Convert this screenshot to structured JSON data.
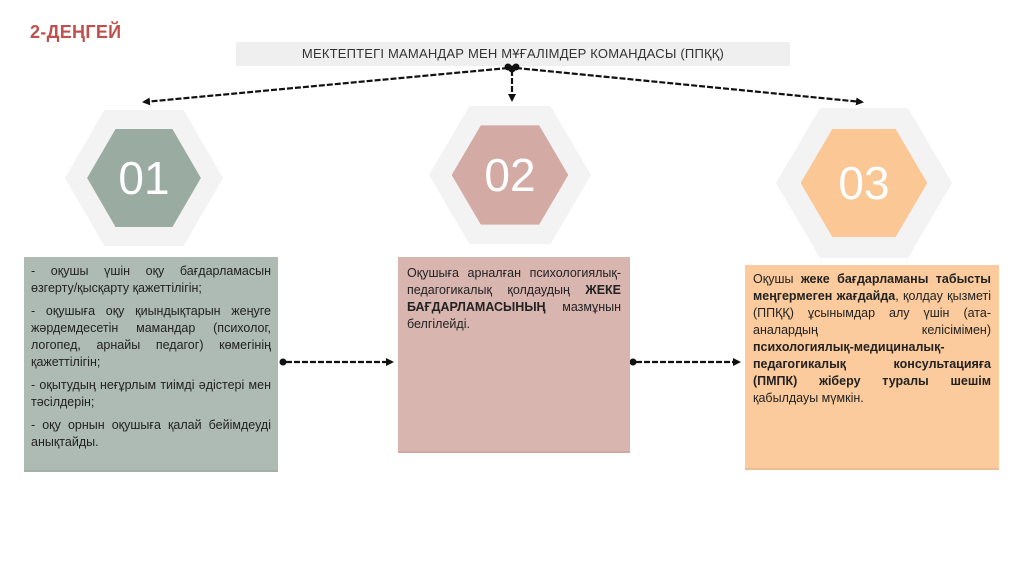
{
  "level_title": "2-ДЕҢГЕЙ",
  "team_title": "МЕКТЕПТЕГІ МАМАНДАР МЕН МҰҒАЛІМДЕР КОМАНДАСЫ (ППҚҚ)",
  "colors": {
    "hex1": "#9aaba2",
    "hex2": "#d4aaa5",
    "hex3": "#fbc795",
    "title_red": "#c0504d"
  },
  "hexagons": [
    {
      "number": "01"
    },
    {
      "number": "02"
    },
    {
      "number": "03"
    }
  ],
  "card1": {
    "p1": "- оқушы үшін оқу бағдарламасын өзгерту/қысқарту қажеттілігін;",
    "p2": "- оқушыға оқу қиындықтарын жеңуге жәрдемдесетін мамандар (психолог, логопед, арнайы педагог) көмегінің қажеттілігін;",
    "p3": "- оқытудың неғұрлым тиімді әдістері мен тәсілдерін;",
    "p4": "- оқу орнын оқушыға қалай бейімдеуді анықтайды."
  },
  "card2": {
    "t1": "Оқушыға арналған психологиялық- педагогикалық қолдаудың ",
    "t2": "ЖЕКЕ БАҒДАРЛАМАСЫНЫҢ",
    "t3": " мазмұнын белгілейді."
  },
  "card3": {
    "t1": "Оқушы ",
    "t2": "жеке бағдарламаны табысты меңгермеген жағдайда",
    "t3": ", қолдау қызметі (ППҚҚ) ұсынымдар алу үшін (ата-аналардың келісімімен) ",
    "t4": "психологиялық-медициналық-педагогикалық консультацияға (ПМПК) жіберу туралы шешім",
    "t5": " қабылдауы мүмкін."
  }
}
